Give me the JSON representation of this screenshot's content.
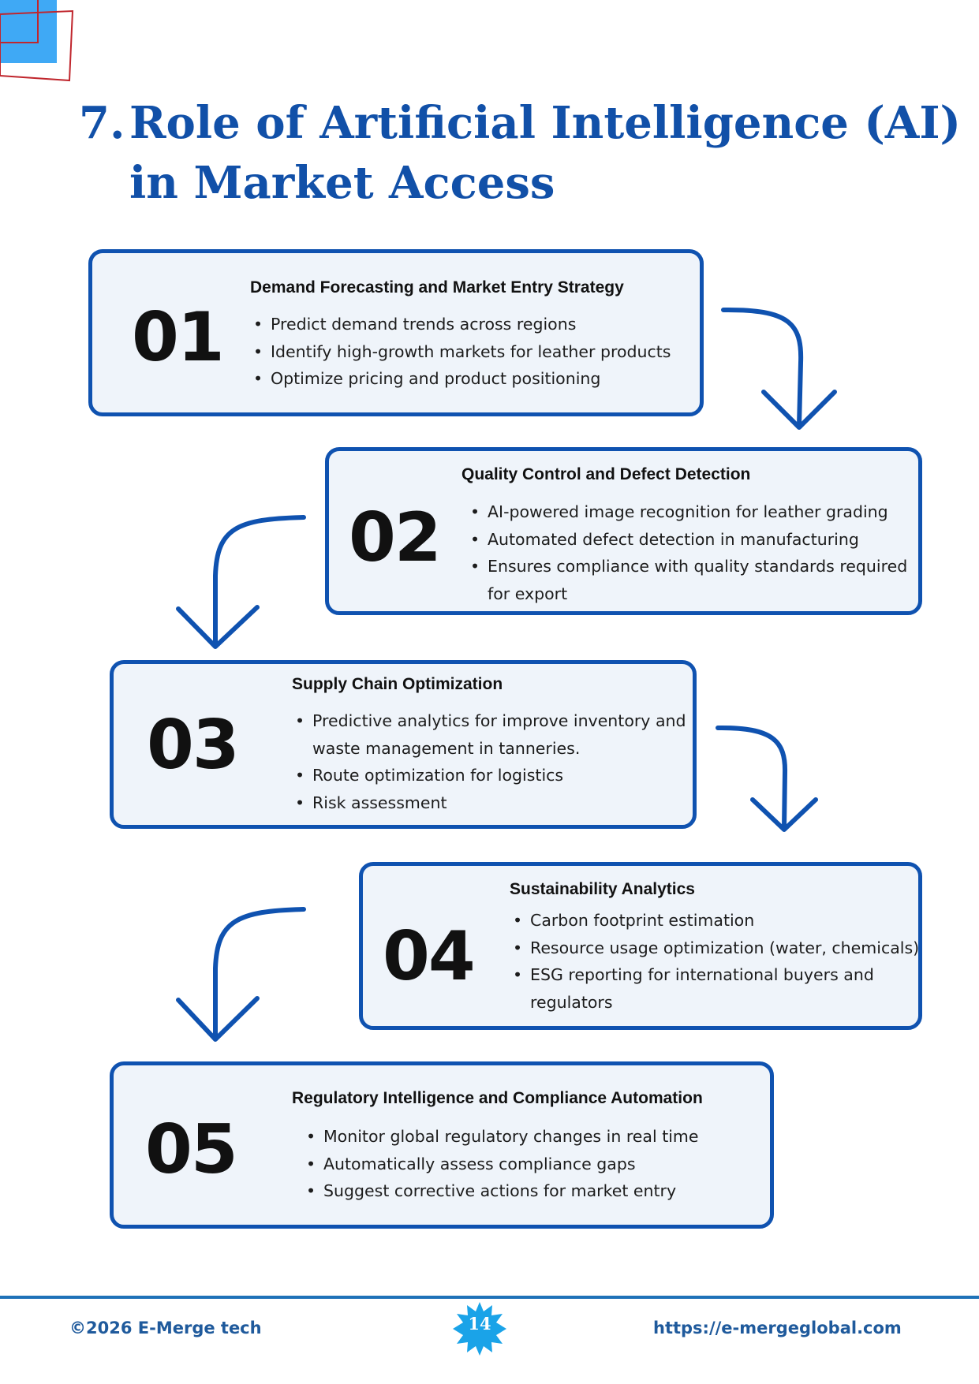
{
  "page": {
    "title_number": "7.",
    "title_line1": "Role of Artificial Intelligence (AI)",
    "title_line2": "in Market Access"
  },
  "colors": {
    "primary": "#0f52b0",
    "card_background": "#eff4fa",
    "footer": "#1f5a9c",
    "badge": "#1aa3e8"
  },
  "cards": [
    {
      "number": "01",
      "heading": "Demand Forecasting and Market Entry Strategy",
      "bullets": [
        "Predict demand trends across regions",
        "Identify high-growth markets for leather products",
        "Optimize pricing and product positioning"
      ]
    },
    {
      "number": "02",
      "heading": "Quality Control and Defect Detection",
      "bullets": [
        "AI-powered image recognition for leather grading",
        "Automated defect detection in manufacturing",
        "Ensures compliance with quality standards required for export"
      ]
    },
    {
      "number": "03",
      "heading": "Supply Chain Optimization",
      "bullets": [
        "Predictive analytics for improve inventory and waste management in tanneries.",
        "Route optimization for logistics",
        "Risk assessment"
      ]
    },
    {
      "number": "04",
      "heading": "Sustainability Analytics",
      "bullets": [
        "Carbon footprint estimation",
        "Resource usage optimization (water, chemicals)",
        "ESG reporting for international buyers and regulators"
      ]
    },
    {
      "number": "05",
      "heading": "Regulatory Intelligence and Compliance Automation",
      "bullets": [
        "Monitor global regulatory changes in real time",
        "Automatically assess compliance gaps",
        "Suggest corrective actions for market entry"
      ]
    }
  ],
  "footer": {
    "copyright": "©2026 E-Merge tech",
    "page_number": "14",
    "url": "https://e-mergeglobal.com"
  }
}
